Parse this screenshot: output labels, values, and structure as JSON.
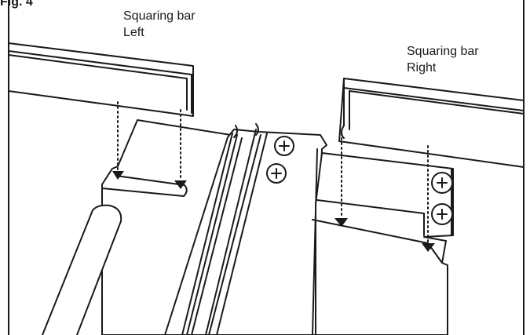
{
  "figure": {
    "title": "Fig. 4"
  },
  "labels": {
    "left": {
      "line1": "Squaring bar",
      "line2": "Left"
    },
    "right": {
      "line1": "Squaring bar",
      "line2": "Right"
    }
  },
  "colors": {
    "ink": "#1a1a1a",
    "background": "#ffffff"
  },
  "icons": {
    "screw": "screw-head-icon",
    "arrow": "arrow-down-icon"
  }
}
